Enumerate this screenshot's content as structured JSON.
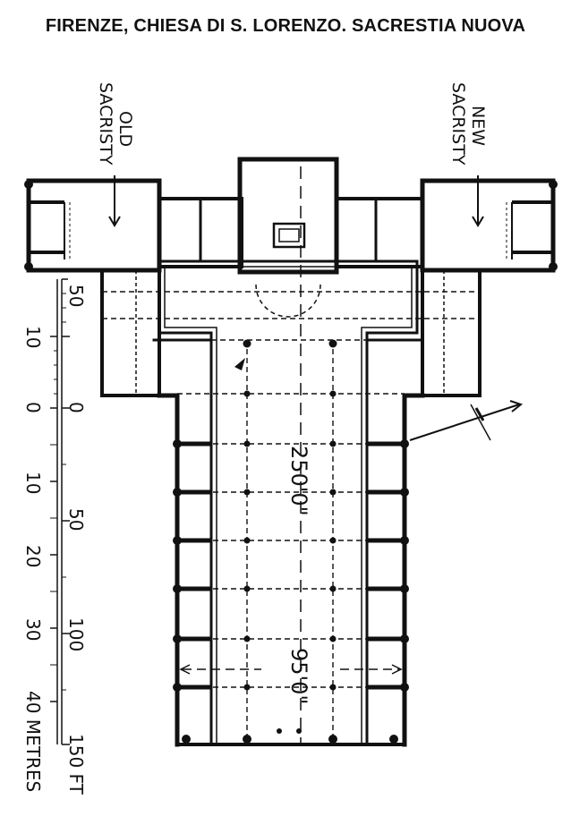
{
  "page": {
    "title": "FIRENZE, CHIESA DI S. LORENZO. SACRESTIA NUOVA"
  },
  "plan": {
    "old_sacristy": {
      "line1": "OLD",
      "line2": "SACRISTY"
    },
    "new_sacristy": {
      "line1": "NEW",
      "line2": "SACRISTY"
    },
    "length_dimension": "250'0\"",
    "width_dimension": "95'0\"",
    "scale": {
      "metre_ticks": [
        "10",
        "0",
        "10",
        "20",
        "30"
      ],
      "metre_last": "40 METRES",
      "feet_ticks": [
        "50",
        "0",
        "50",
        "100"
      ],
      "feet_last": "150 FT"
    }
  }
}
